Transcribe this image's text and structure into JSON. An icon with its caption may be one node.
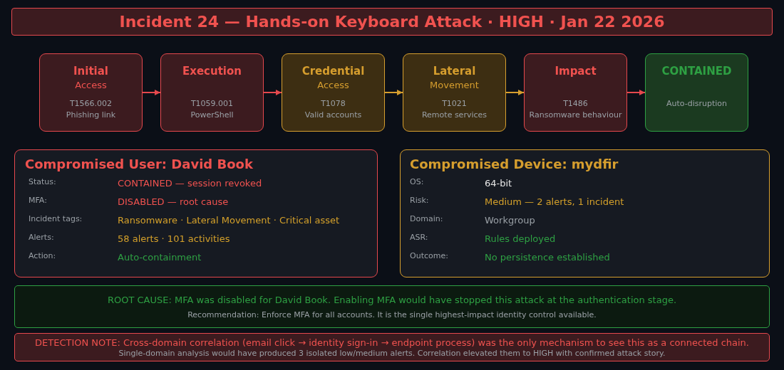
{
  "diagram": {
    "nodes": [
      {
        "text": [
          "Incident 24 — Hands-on Keyboard Attack · HIGH · Jan 22 2026"
        ]
      },
      {
        "text": [
          "Initial",
          "Access",
          "T1566.002",
          "Phishing link"
        ]
      },
      {
        "text": [
          "Execution",
          "T1059.001",
          "PowerShell"
        ]
      },
      {
        "text": [
          "Credential",
          "Access",
          "T1078",
          "Valid accounts"
        ]
      },
      {
        "text": [
          "Lateral",
          "Movement",
          "T1021",
          "Remote services"
        ]
      },
      {
        "text": [
          "Impact",
          "T1486",
          "Ransomware behaviour"
        ]
      },
      {
        "text": [
          "CONTAINED",
          "Auto-disruption"
        ]
      },
      {
        "text": [
          "Compromised User: David Book",
          "Status:",
          "CONTAINED — session revoked",
          "MFA:",
          "DISABLED — root cause",
          "Incident tags:",
          "Ransomware · Lateral Movement · Critical asset",
          "Alerts:",
          "58 alerts · 101 activities",
          "Action:",
          "Auto-containment"
        ]
      },
      {
        "text": [
          "Compromised Device: mydfir",
          "OS:",
          "64-bit",
          "Risk:",
          "Medium — 2 alerts, 1 incident",
          "Domain:",
          "Workgroup",
          "ASR:",
          "Rules deployed",
          "Outcome:",
          "No persistence established"
        ]
      },
      {
        "text": [
          "ROOT CAUSE: MFA was disabled for David Book. Enabling MFA would have stopped this attack at the authentication stage.",
          "Recommendation: Enforce MFA for all accounts. It is the single highest-impact identity control available."
        ]
      },
      {
        "text": [
          "DETECTION NOTE: Cross-domain correlation (email click → identity sign-in → endpoint process) was the only mechanism to see this as a connected chain.",
          "Single-domain analysis would have produced 3 isolated low/medium alerts. Correlation elevated them to HIGH with confirmed attack story."
        ]
      }
    ],
    "edges": [
      {
        "from": 1,
        "to": 2,
        "arrow": "to"
      },
      {
        "from": 2,
        "to": 3,
        "arrow": "to"
      },
      {
        "from": 3,
        "to": 4,
        "arrow": "to",
        "color": "#d69e2e"
      },
      {
        "from": 4,
        "to": 5,
        "arrow": "to",
        "color": "#d69e2e"
      },
      {
        "from": 5,
        "to": 6,
        "arrow": "to"
      }
    ]
  }
}
